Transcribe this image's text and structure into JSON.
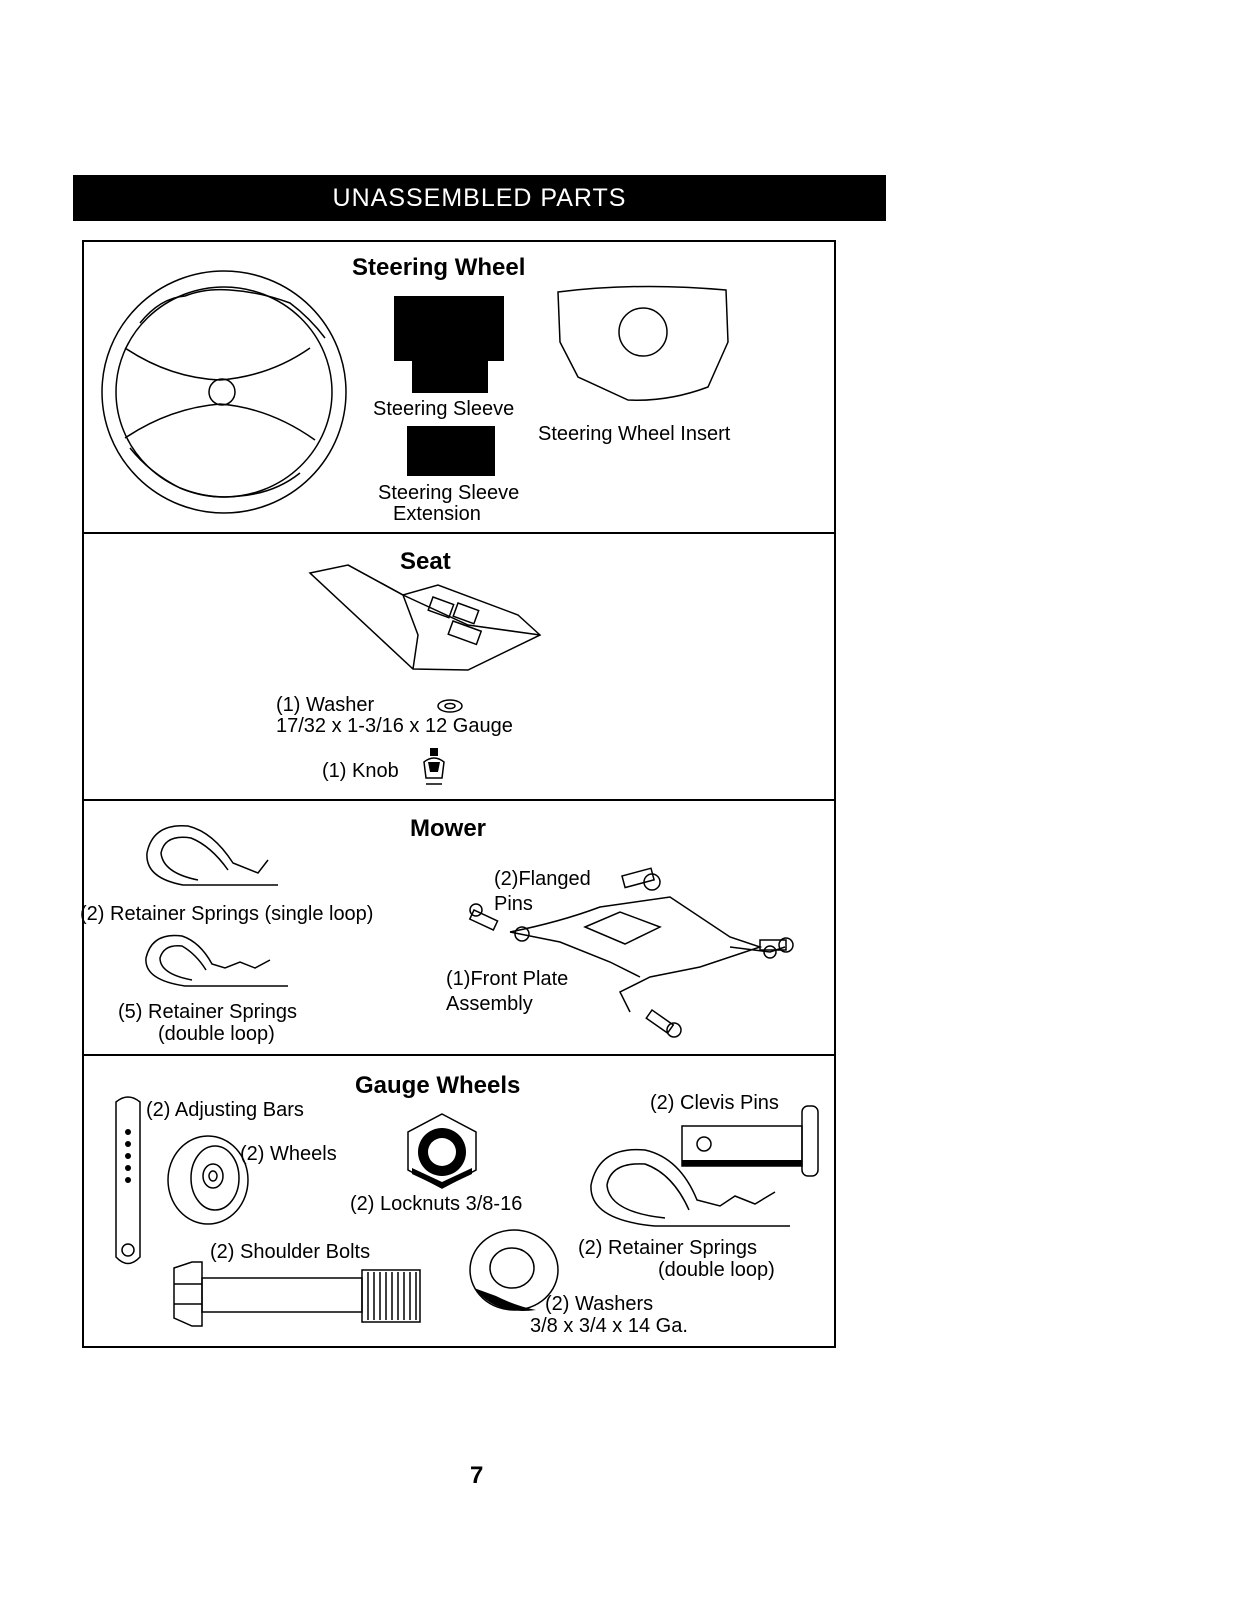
{
  "banner": "UNASSEMBLED PARTS",
  "sections": {
    "steering": {
      "title": "Steering Wheel",
      "sleeve": "Steering Sleeve",
      "insert": "Steering Wheel Insert",
      "extension_line1": "Steering Sleeve",
      "extension_line2": "Extension"
    },
    "seat": {
      "title": "Seat",
      "washer_line1": "(1) Washer",
      "washer_line2": "17/32 x 1-3/16 x 12 Gauge",
      "knob": "(1) Knob"
    },
    "mower": {
      "title": "Mower",
      "retainer_single": "(2)  Retainer Springs (single loop)",
      "flanged_line1": "(2)Flanged",
      "flanged_line2": "Pins",
      "retainer_double_line1": "(5)  Retainer Springs",
      "retainer_double_line2": "(double loop)",
      "front_plate_line1": "(1)Front Plate",
      "front_plate_line2": "Assembly"
    },
    "gauge": {
      "title": "Gauge Wheels",
      "adjusting_bars": "(2) Adjusting Bars",
      "clevis_pins": "(2) Clevis Pins",
      "wheels": "(2) Wheels",
      "locknuts": "(2) Locknuts  3/8-16",
      "shoulder_bolts": "(2) Shoulder Bolts",
      "retainer_line1": "(2)  Retainer Springs",
      "retainer_line2": "(double loop)",
      "washers_line1": "(2) Washers",
      "washers_line2": "3/8 x 3/4 x 14 Ga."
    }
  },
  "page_number": "7"
}
